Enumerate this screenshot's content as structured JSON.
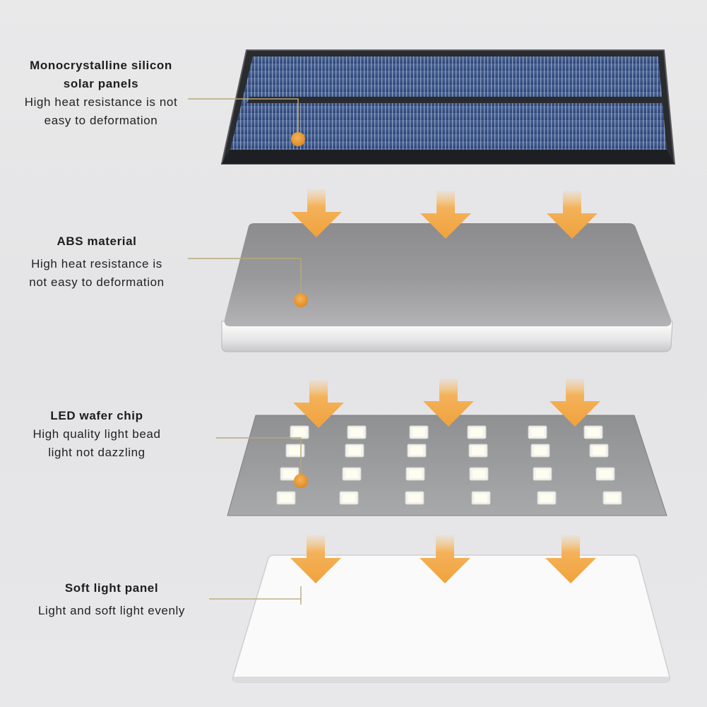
{
  "layers": [
    {
      "title_line1": "Monocrystalline silicon",
      "title_line2": "solar panels",
      "desc_line1": "High heat resistance is not",
      "desc_line2": "easy to deformation"
    },
    {
      "title_line1": "ABS material",
      "desc_line1": "High heat resistance is",
      "desc_line2": "not easy to deformation"
    },
    {
      "title_line1": "LED wafer chip",
      "desc_line1": "High quality light bead",
      "desc_line2": "light not dazzling"
    },
    {
      "title_line1": "Soft light panel",
      "desc_line1": "Light and soft light evenly"
    }
  ],
  "colors": {
    "accent_orange": "#f2a640",
    "leader_line": "#b8a77a",
    "solar_cell": "#3b5686",
    "panel_gray": "#8a8a8c"
  }
}
